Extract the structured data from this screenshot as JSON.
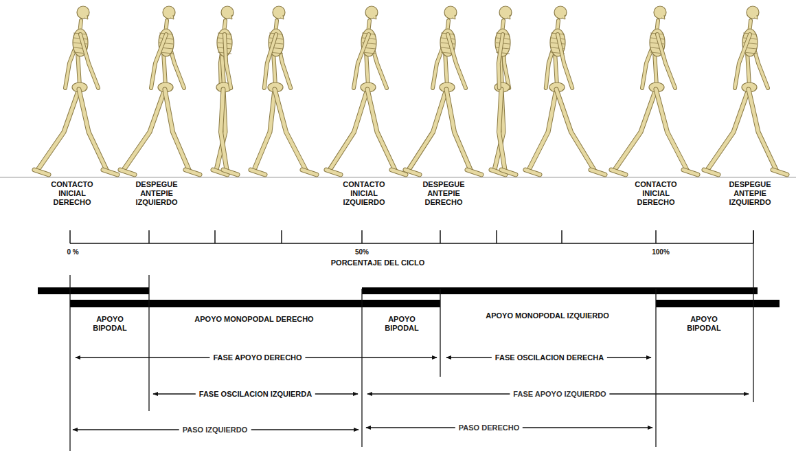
{
  "diagram": {
    "labels": [
      "CONTACTO INICIAL DERECHO",
      "DESPEGUE ANTEPIE IZQUIERDO",
      "CONTACTO INICIAL IZQUIERDO",
      "DESPEGUE ANTEPIE DERECHO",
      "CONTACTO INICIAL DERECHO",
      "DESPEGUE ANTEPIE IZQUIERDO",
      "0 %",
      "50%",
      "100%",
      "PORCENTAJE DEL CICLO",
      "APOYO BIPODAL",
      "APOYO MONOPODAL DERECHO",
      "APOYO BIPODAL",
      "APOYO MONOPODAL IZQUIERDO",
      "APOYO BIPODAL",
      "FASE APOYO DERECHO",
      "FASE OSCILACION DERECHA",
      "FASE OSCILACION IZQUIERDA",
      "FASE APOYO IZQUIERDO",
      "PASO IZQUIERDO",
      "PASO DERECHO"
    ]
  }
}
